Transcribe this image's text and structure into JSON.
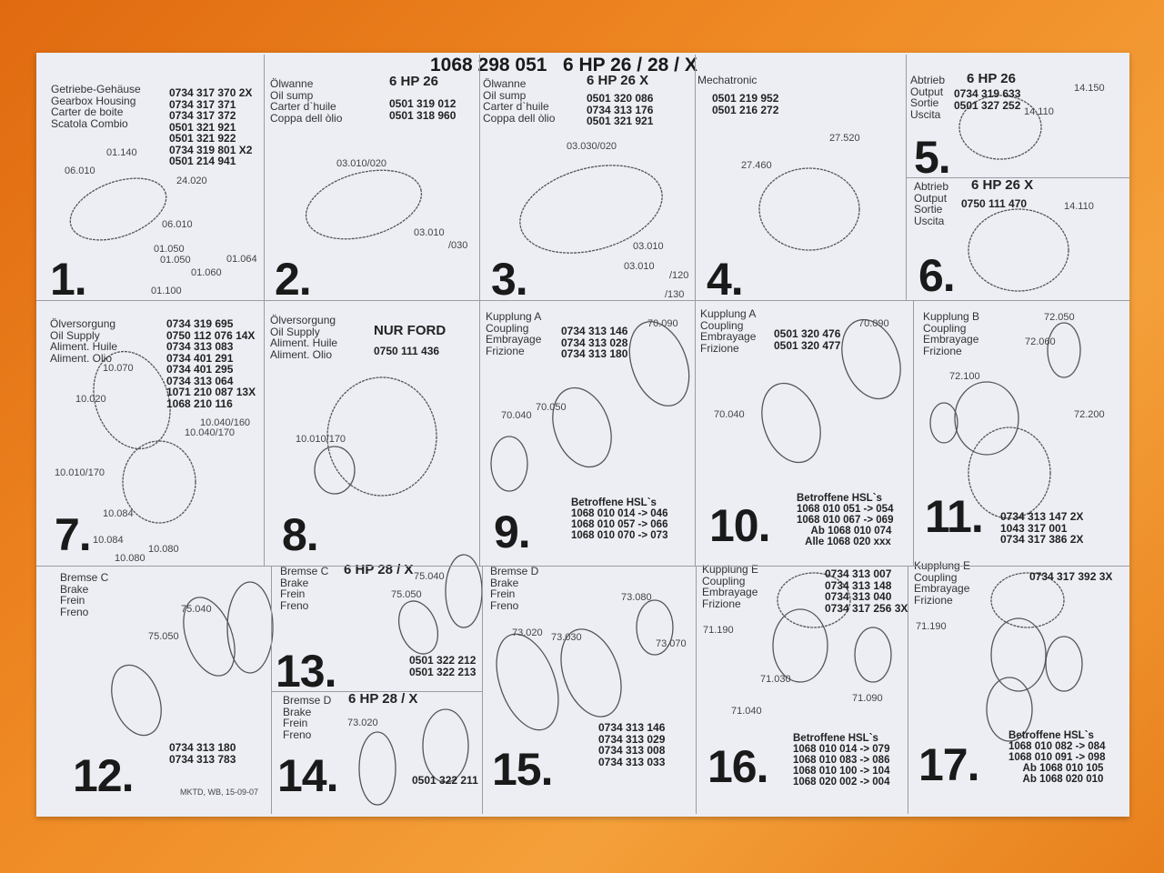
{
  "title": "1068 298 051   6 HP 26 / 28 / X",
  "footer": "MKTD, WB, 15-09-07",
  "cells": [
    {
      "number": "1.",
      "labels": [
        "Getriebe-Gehäuse",
        "Gearbox Housing",
        "Carter de boite",
        "Scatola Combio"
      ],
      "parts": [
        "0734 317 370 2X",
        "0734 317 371",
        "0734 317 372",
        "0501 321 921",
        "0501 321 922",
        "0734 319 801 X2",
        "0501 214 941"
      ],
      "callouts": [
        "01.140",
        "06.010",
        "24.020",
        "06.010",
        "01.050",
        "01.050",
        "01.064",
        "01.060",
        "01.100"
      ]
    },
    {
      "number": "2.",
      "model": "6 HP 26",
      "labels": [
        "Ölwanne",
        "Oil sump",
        "Carter d`huile",
        "Coppa dell òlio"
      ],
      "parts": [
        "0501 319 012",
        "0501 318 960"
      ],
      "callouts": [
        "03.010/020",
        "03.010",
        "/030"
      ]
    },
    {
      "number": "3.",
      "model": "6 HP 26 X",
      "labels": [
        "Ölwanne",
        "Oil sump",
        "Carter d`huile",
        "Coppa dell òlio"
      ],
      "parts": [
        "0501 320 086",
        "0734 313 176",
        "0501 321 921"
      ],
      "callouts": [
        "03.030/020",
        "03.010",
        "03.010",
        "/120",
        "/130"
      ]
    },
    {
      "number": "4.",
      "labels": [
        "Mechatronic"
      ],
      "parts": [
        "0501 219 952",
        "0501 216 272"
      ],
      "callouts": [
        "27.520",
        "27.460"
      ]
    },
    {
      "number": "5.",
      "model": "6 HP 26",
      "labels": [
        "Abtrieb",
        "Output",
        "Sortie",
        "Uscita"
      ],
      "parts": [
        "0734 319 633",
        "0501 327 252"
      ],
      "callouts": [
        "14.150",
        "14.110"
      ]
    },
    {
      "number": "6.",
      "model": "6 HP 26 X",
      "labels": [
        "Abtrieb",
        "Output",
        "Sortie",
        "Uscita"
      ],
      "parts": [
        "0750 111 470"
      ],
      "callouts": [
        "14.110"
      ]
    },
    {
      "number": "7.",
      "labels": [
        "Ölversorgung",
        "Oil Supply",
        "Aliment. Huile",
        "Aliment. Olio"
      ],
      "parts": [
        "0734 319 695",
        "0750 112 076 14X",
        "0734 313 083",
        "0734 401 291",
        "0734 401 295",
        "0734 313 064",
        "1071 210 087 13X",
        "1068 210 116"
      ],
      "callouts": [
        "10.070",
        "10.020",
        "10.040/160",
        "10.040/170",
        "10.010/170",
        "10.084",
        "10.084",
        "10.080",
        "10.080"
      ]
    },
    {
      "number": "8.",
      "model": "NUR FORD",
      "labels": [
        "Ölversorgung",
        "Oil Supply",
        "Aliment. Huile",
        "Aliment. Olio"
      ],
      "parts": [
        "0750 111 436"
      ],
      "callouts": [
        "10.010/170"
      ]
    },
    {
      "number": "9.",
      "labels": [
        "Kupplung A",
        "Coupling",
        "Embrayage",
        "Frizione"
      ],
      "parts": [
        "0734 313 146",
        "0734 313 028",
        "0734 313 180"
      ],
      "callouts": [
        "70.090",
        "70.050",
        "70.040"
      ],
      "notes": [
        "Betroffene HSL`s",
        "1068 010 014 -> 046",
        "1068 010 057 -> 066",
        "1068 010 070 -> 073"
      ]
    },
    {
      "number": "10.",
      "labels": [
        "Kupplung A",
        "Coupling",
        "Embrayage",
        "Frizione"
      ],
      "parts": [
        "0501 320 476",
        "0501 320 477"
      ],
      "callouts": [
        "70.090",
        "70.040"
      ],
      "notes": [
        "Betroffene HSL`s",
        "1068 010 051 -> 054",
        "1068 010 067 -> 069",
        "     Ab 1068 010 074",
        "   Alle 1068 020 xxx"
      ]
    },
    {
      "number": "11.",
      "labels": [
        "Kupplung B",
        "Coupling",
        "Embrayage",
        "Frizione"
      ],
      "parts": [
        "0734 313 147 2X",
        "1043 317 001",
        "0734 317 386 2X"
      ],
      "callouts": [
        "72.050",
        "72.060",
        "72.100",
        "72.200"
      ]
    },
    {
      "number": "12.",
      "labels": [
        "Bremse C",
        "Brake",
        "Frein",
        "Freno"
      ],
      "parts": [
        "0734 313 180",
        "0734 313 783"
      ],
      "callouts": [
        "75.040",
        "75.050"
      ]
    },
    {
      "number": "13.",
      "model": "6 HP 28 / X",
      "labels": [
        "Bremse C",
        "Brake",
        "Frein",
        "Freno"
      ],
      "parts": [
        "0501 322 212",
        "0501 322 213"
      ],
      "callouts": [
        "75.040",
        "75.050"
      ]
    },
    {
      "number": "14.",
      "model": "6 HP 28 / X",
      "labels": [
        "Bremse D",
        "Brake",
        "Frein",
        "Freno"
      ],
      "parts": [
        "0501 322 211"
      ],
      "callouts": [
        "73.020"
      ]
    },
    {
      "number": "15.",
      "labels": [
        "Bremse D",
        "Brake",
        "Frein",
        "Freno"
      ],
      "parts": [
        "0734 313 146",
        "0734 313 029",
        "0734 313 008",
        "0734 313 033"
      ],
      "callouts": [
        "73.080",
        "73.020",
        "73.030",
        "73.070"
      ]
    },
    {
      "number": "16.",
      "labels": [
        "Kupplung E",
        "Coupling",
        "Embrayage",
        "Frizione"
      ],
      "parts": [
        "0734 313 007",
        "0734 313 148",
        "0734 313 040",
        "0734 317 256 3X"
      ],
      "callouts": [
        "71.190",
        "71.030",
        "71.090",
        "71.040"
      ],
      "notes": [
        "Betroffene HSL`s",
        "1068 010 014 -> 079",
        "1068 010 083 -> 086",
        "1068 010 100 -> 104",
        "1068 020 002 -> 004"
      ]
    },
    {
      "number": "17.",
      "labels": [
        "Kupplung E",
        "Coupling",
        "Embrayage",
        "Frizione"
      ],
      "parts": [
        "0734 317 392 3X"
      ],
      "callouts": [
        "71.190"
      ],
      "notes": [
        "Betroffene HSL`s",
        "1068 010 082 -> 084",
        "1068 010 091 -> 098",
        "     Ab 1068 010 105",
        "     Ab 1068 020 010"
      ]
    }
  ]
}
